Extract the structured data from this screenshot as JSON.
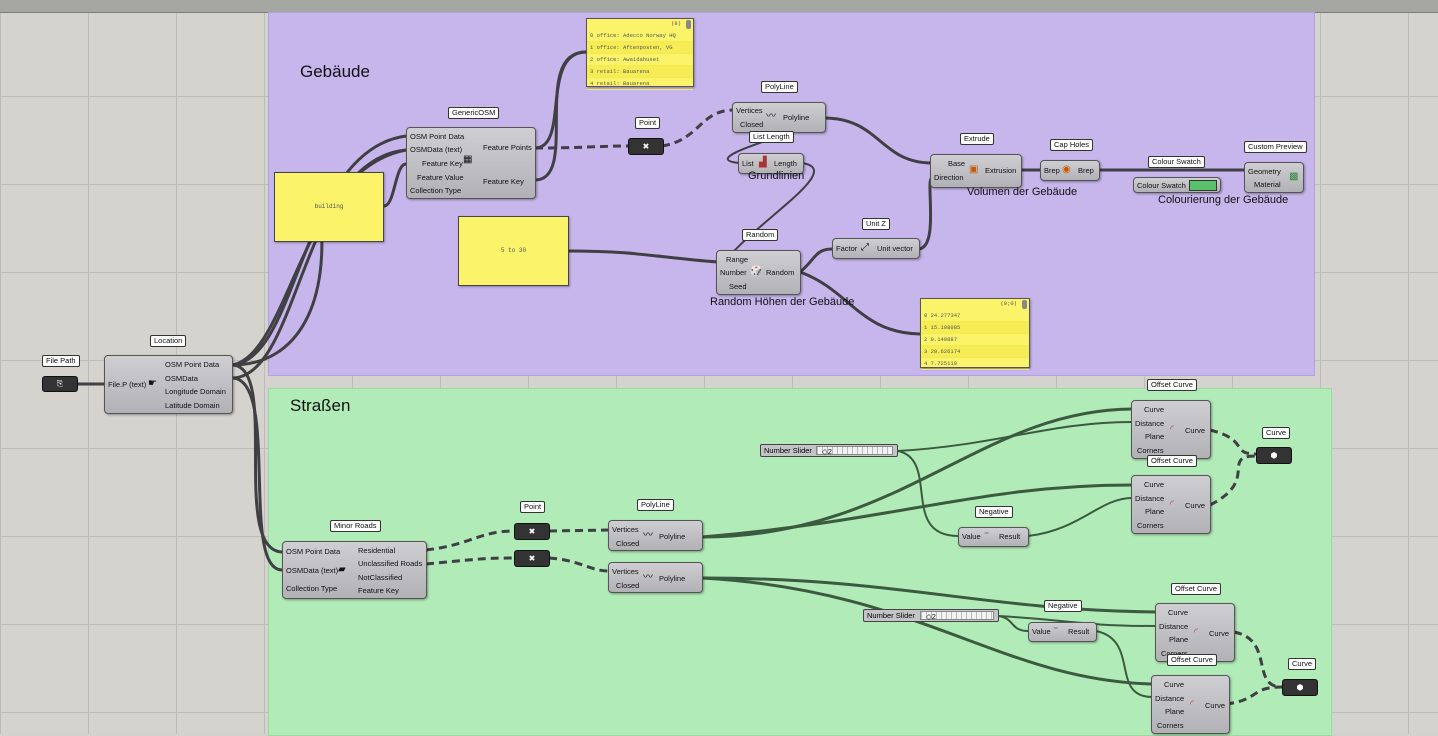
{
  "groups": {
    "buildings": {
      "title": "Gebäude",
      "color": "#c6b6ec"
    },
    "streets": {
      "title": "Straßen",
      "color": "#b1ebb8"
    }
  },
  "nodes": {
    "file_path": {
      "nick": "File Path",
      "icon": "file-path-icon"
    },
    "location": {
      "nick": "Location",
      "inputs": [
        "File.P (text)"
      ],
      "outputs": [
        "OSM Point Data",
        "OSMData",
        "Longitude Domain",
        "Latitude Domain"
      ]
    },
    "generic_osm": {
      "nick": "GenericOSM",
      "inputs": [
        "OSM Point Data",
        "OSMData (text)",
        "Feature Key",
        "Feature Value",
        "Collection Type"
      ],
      "outputs": [
        "Feature Points",
        "Feature Key"
      ]
    },
    "buildings_note": {
      "text": "building"
    },
    "range_note": {
      "text": "5 to 30"
    },
    "point_b": {
      "nick": "Point"
    },
    "polyline_b": {
      "nick": "PolyLine",
      "inputs": [
        "Vertices",
        "Closed"
      ],
      "output": "Polyline"
    },
    "list_length": {
      "nick": "List Length",
      "input": "List",
      "output": "Length"
    },
    "random": {
      "nick": "Random",
      "inputs": [
        "Range",
        "Number",
        "Seed"
      ],
      "output": "Random"
    },
    "unit_z": {
      "nick": "Unit Z",
      "input": "Factor",
      "output": "Unit vector"
    },
    "extrude": {
      "nick": "Extrude",
      "inputs": [
        "Base",
        "Direction"
      ],
      "output": "Extrusion"
    },
    "cap_holes": {
      "nick": "Cap Holes",
      "input": "Brep",
      "output": "Brep"
    },
    "colour_swatch": {
      "nick": "Colour Swatch",
      "label": "Colour Swatch",
      "color": "#59c16a"
    },
    "custom_preview": {
      "nick": "Custom Preview",
      "inputs": [
        "Geometry",
        "Material"
      ]
    },
    "minor_roads": {
      "nick": "Minor Roads",
      "inputs": [
        "OSM Point Data",
        "OSMData (text)",
        "Collection Type"
      ],
      "outputs": [
        "Residential",
        "Unclassified Roads",
        "NotClassified",
        "Feature Key"
      ]
    },
    "point_s1": {
      "nick": "Point"
    },
    "polyline_s1": {
      "nick": "PolyLine",
      "inputs": [
        "Vertices",
        "Closed"
      ],
      "output": "Polyline"
    },
    "polyline_s2": {
      "inputs": [
        "Vertices",
        "Closed"
      ],
      "output": "Polyline"
    },
    "slider1": {
      "label": "Number Slider",
      "value": "◇2"
    },
    "slider2": {
      "label": "Number Slider",
      "value": "◇2"
    },
    "negative1": {
      "nick": "Negative",
      "input": "Value",
      "output": "Result"
    },
    "negative2": {
      "nick": "Negative",
      "input": "Value",
      "output": "Result"
    },
    "offset_curve": {
      "nick": "Offset Curve",
      "inputs": [
        "Curve",
        "Distance",
        "Plane",
        "Corners"
      ],
      "output": "Curve"
    },
    "offset_curve_partial": "Offset Curve",
    "curve_param": {
      "nick": "Curve"
    }
  },
  "panels": {
    "features": {
      "header": "(8)",
      "rows": [
        "0 office: Adecco Norway HQ",
        "1 office: Aftenposten, VG",
        "2 office: Awaidahuset",
        "3 retail: Bauarena",
        "4 retail: Bauarena"
      ]
    },
    "heights": {
      "header": "(0;0)",
      "rows": [
        "0 24.277347",
        "1 15.108085",
        "2 9.149887",
        "3 29.626174",
        "4 7.725110"
      ]
    }
  },
  "captions": {
    "grundlinien": "Grundlinien",
    "volumen": "Volumen der Gebäude",
    "colourierung": "Colourierung der Gebäude",
    "random_heights": "Random Höhen der Gebäude"
  }
}
